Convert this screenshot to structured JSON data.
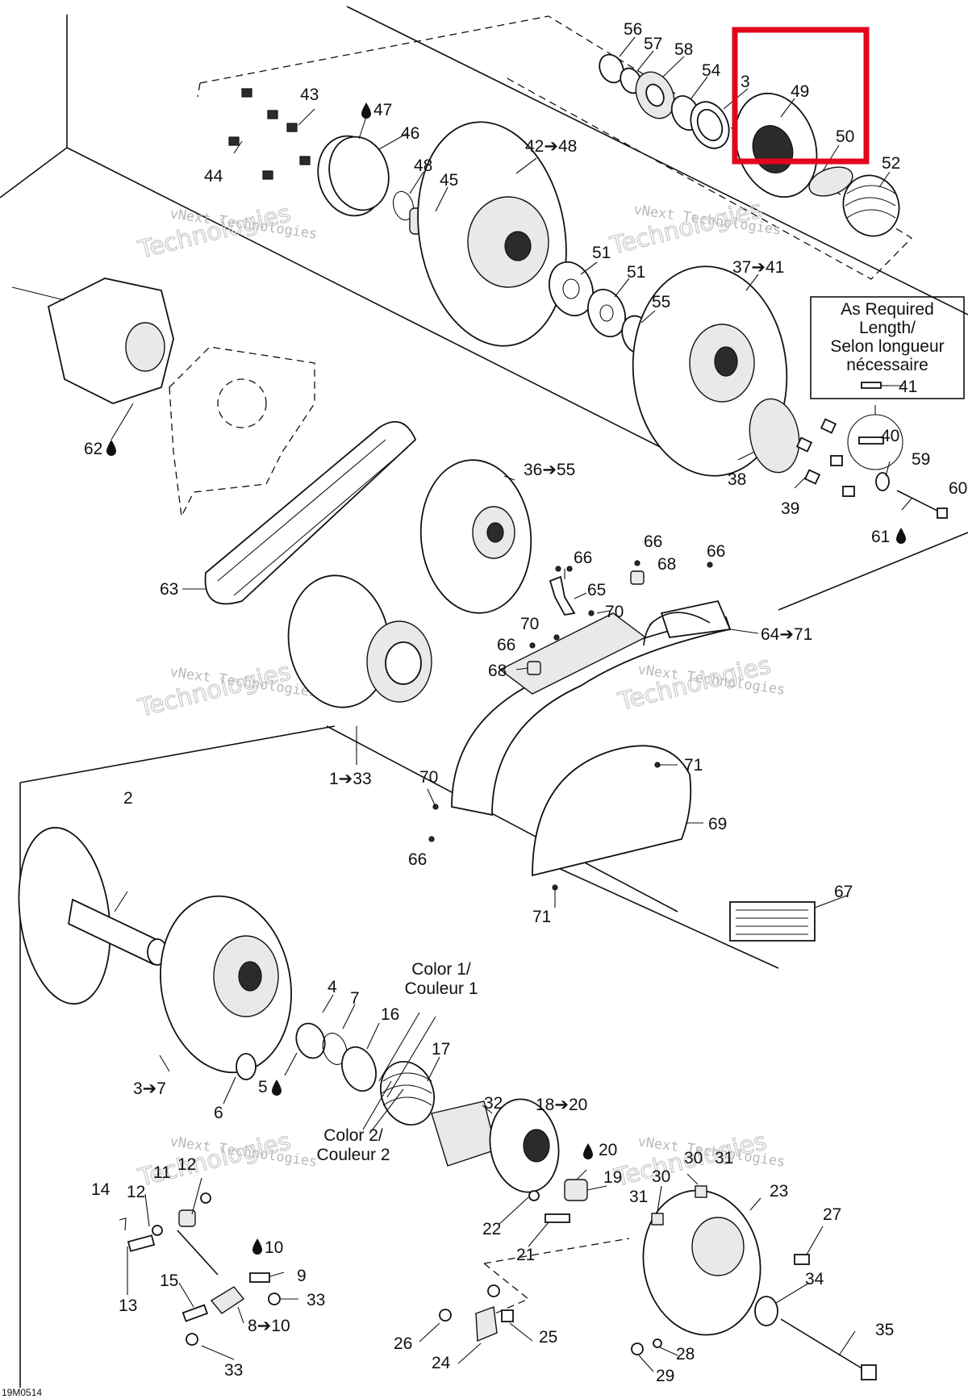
{
  "diagram": {
    "code": "19M0514",
    "highlight_color": "#e3051b",
    "watermark": {
      "line1": "vNext",
      "line2": "Technologies",
      "line3": "vNext Technologies"
    },
    "note_box": {
      "line1": "As Required",
      "line2": "Length/",
      "line3": "Selon longueur",
      "line4": "nécessaire"
    },
    "color1": {
      "line1": "Color 1/",
      "line2": "Couleur 1"
    },
    "color2": {
      "line1": "Color 2/",
      "line2": "Couleur 2"
    },
    "callouts": {
      "c56": "56",
      "c57": "57",
      "c58": "58",
      "c54": "54",
      "c3a": "3",
      "c49": "49",
      "c50": "50",
      "c52": "52",
      "c43": "43",
      "c47": "47",
      "c46": "46",
      "c44": "44",
      "c48": "48",
      "c45": "45",
      "c42": "42➔48",
      "c51a": "51",
      "c51b": "51",
      "c55": "55",
      "c37": "37➔41",
      "c41": "41",
      "c40": "40",
      "c59": "59",
      "c60": "60",
      "c61": "61",
      "c38": "38",
      "c39": "39",
      "c62": "62",
      "c36": "36➔55",
      "c63": "63",
      "c66a": "66",
      "c66b": "66",
      "c66c": "66",
      "c66d": "66",
      "c66e": "66",
      "c65": "65",
      "c68a": "68",
      "c68b": "68",
      "c70a": "70",
      "c70b": "70",
      "c70c": "70",
      "c64": "64➔71",
      "c71a": "71",
      "c71b": "71",
      "c69": "69",
      "c67": "67",
      "c1": "1➔33",
      "c2": "2",
      "c4": "4",
      "c7": "7",
      "c16": "16",
      "c17": "17",
      "c32": "32",
      "c18": "18➔20",
      "c3b": "3➔7",
      "c6": "6",
      "c5": "5",
      "c20": "20",
      "c19": "19",
      "c30a": "30",
      "c30b": "30",
      "c31a": "31",
      "c31b": "31",
      "c23": "23",
      "c22": "22",
      "c21": "21",
      "c27": "27",
      "c14": "14",
      "c12a": "12",
      "c11": "11",
      "c12b": "12",
      "c13": "13",
      "c10": "10",
      "c9": "9",
      "c33a": "33",
      "c15": "15",
      "c8": "8➔10",
      "c33b": "33",
      "c34": "34",
      "c35": "35",
      "c26": "26",
      "c25": "25",
      "c24": "24",
      "c28": "28",
      "c29": "29"
    }
  }
}
